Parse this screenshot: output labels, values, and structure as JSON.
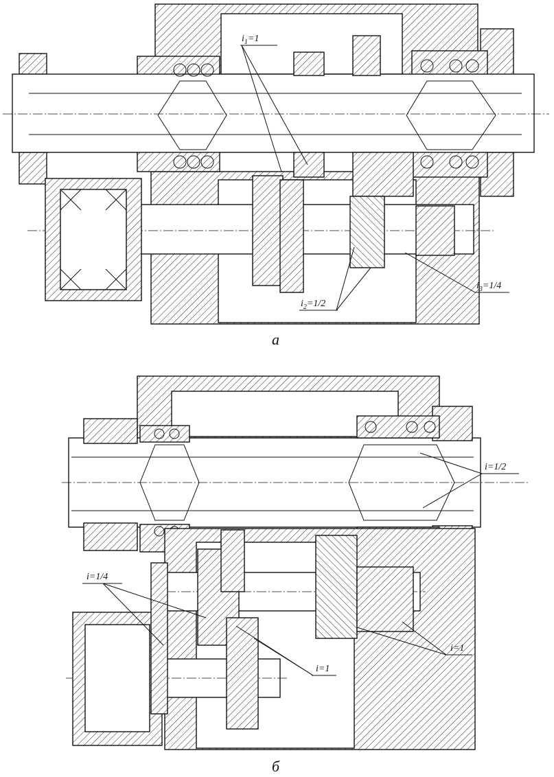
{
  "drawing_a": {
    "labels": {
      "i1": "i",
      "i1_sub": "1",
      "i1_val": "=1",
      "i2": "i",
      "i2_sub": "2",
      "i2_val": "=1/2",
      "i3": "i",
      "i3_sub": "3",
      "i3_val": "=1/4"
    },
    "caption": "а"
  },
  "drawing_b": {
    "labels": {
      "ratio_half": "i=1/2",
      "ratio_quarter": "i=1/4",
      "ratio_one_a": "i=1",
      "ratio_one_b": "i=1"
    },
    "caption": "б"
  }
}
